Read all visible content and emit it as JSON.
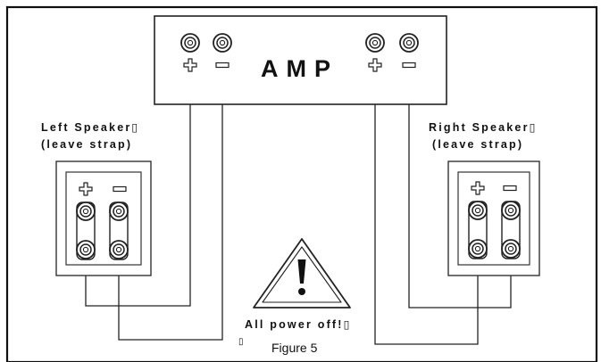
{
  "amp": {
    "label": "AMP"
  },
  "left_speaker": {
    "title": "Left Speaker▯",
    "note": "(leave strap)"
  },
  "right_speaker": {
    "title": "Right Speaker▯",
    "note": "(leave strap)"
  },
  "warning": {
    "text": "All power off!▯",
    "stray_mark": "▯"
  },
  "caption": "Figure 5"
}
